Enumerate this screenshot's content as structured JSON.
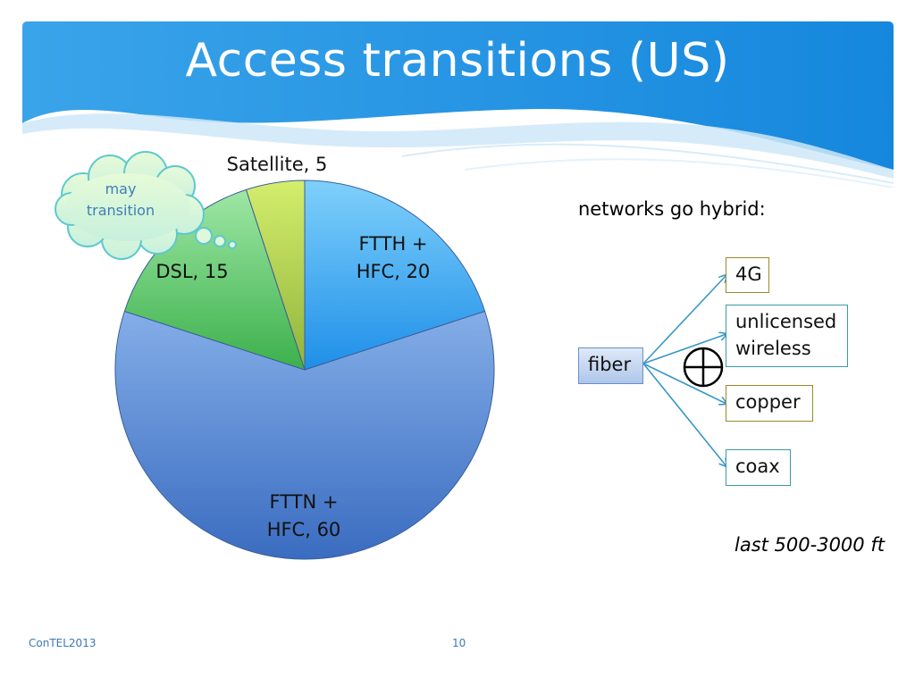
{
  "slide": {
    "title": "Access transitions (US)",
    "footer_left": "ConTEL2013",
    "page_number": "10"
  },
  "chart_data": {
    "type": "pie",
    "slices": [
      {
        "label": "FTTH + HFC",
        "value": 20,
        "color": "#5bb8f2"
      },
      {
        "label": "FTTN + HFC",
        "value": 60,
        "color": "#5a8fd8"
      },
      {
        "label": "DSL",
        "value": 15,
        "color": "#6fd07a"
      },
      {
        "label": "Satellite",
        "value": 5,
        "color": "#b6dc4e"
      }
    ],
    "labels": {
      "ftth": [
        "FTTH +",
        "HFC, 20"
      ],
      "fttn": [
        "FTTN +",
        "HFC, 60"
      ],
      "dsl": "DSL, 15",
      "satellite": "Satellite, 5"
    }
  },
  "callout": {
    "lines": [
      "may",
      "transition"
    ]
  },
  "hybrid": {
    "heading": "networks go hybrid:",
    "source": "fiber",
    "targets": [
      "4G",
      "unlicensed wireless",
      "copper",
      "coax"
    ],
    "target_lines": {
      "wireless": [
        "unlicensed",
        "wireless"
      ]
    },
    "note": "last 500-3000 ft"
  },
  "colors": {
    "banner": "#2a8fe0",
    "box_4g": "#9a8a2a",
    "box_wireless": "#3a9aa8",
    "box_copper": "#9a8a2a",
    "box_coax": "#3a9aa8",
    "arrow": "#3a98c8"
  }
}
